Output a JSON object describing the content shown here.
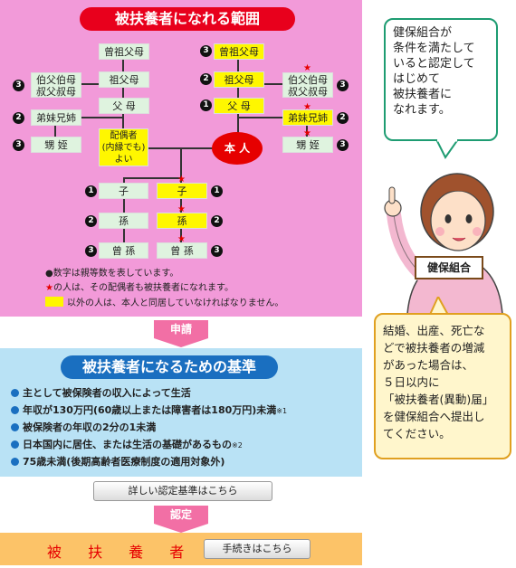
{
  "tree": {
    "title": "被扶養者になれる範囲",
    "self": "本 人",
    "spouse": "配偶者\n(内縁でも)\nよい",
    "left": {
      "great_grandparents": "曾祖父母",
      "grandparents": "祖父母",
      "parents": "父 母",
      "uncles": "伯父伯母\n叔父叔母",
      "siblings": "弟妹兄姉",
      "nephews": "甥  姪"
    },
    "right": {
      "great_grandparents": "曾祖父母",
      "grandparents": "祖父母",
      "parents": "父 母",
      "uncles": "伯父伯母\n叔父叔母",
      "siblings": "弟妹兄姉",
      "nephews": "甥  姪"
    },
    "desc_left": {
      "child": "子",
      "grandchild": "孫",
      "great_grandchild": "曾 孫"
    },
    "desc_right": {
      "child": "子",
      "grandchild": "孫",
      "great_grandchild": "曾 孫"
    },
    "degrees": {
      "one": "1",
      "two": "2",
      "three": "3"
    },
    "legend": {
      "line1": "●数字は親等数を表しています。",
      "line2": "の人は、その配偶者も被扶養者になれます。",
      "line3": "以外の人は、本人と同居していなければなりません。"
    },
    "colors": {
      "panel": "#f29ad9",
      "accent": "#e8001c",
      "highlight": "#fff700"
    }
  },
  "arrow1": "申請",
  "criteria": {
    "title": "被扶養者になるための基準",
    "items": [
      "主として被保険者の収入によって生活",
      "年収が130万円(60歳以上または障害者は180万円)未満",
      "被保険者の年収の2分の1未満",
      "日本国内に居住、または生活の基礎があるもの",
      "75歳未満(後期高齢者医療制度の適用対象外)"
    ],
    "note1": "※1",
    "note2": "※2",
    "button": "詳しい認定基準はこちら"
  },
  "arrow2": "認定",
  "dependent": {
    "label": "被 扶 養 者",
    "button": "手続きはこちら"
  },
  "speech1": "健保組合が\n条件を満たして\nいると認定して\nはじめて\n被扶養者に\nなれます。",
  "sign": "健保組合",
  "speech2": "結婚、出産、死亡な\nどで被扶養者の増減\nがあった場合は、\n５日以内に\n「被扶養者(異動)届」\nを健保組合へ提出し\nてください。"
}
